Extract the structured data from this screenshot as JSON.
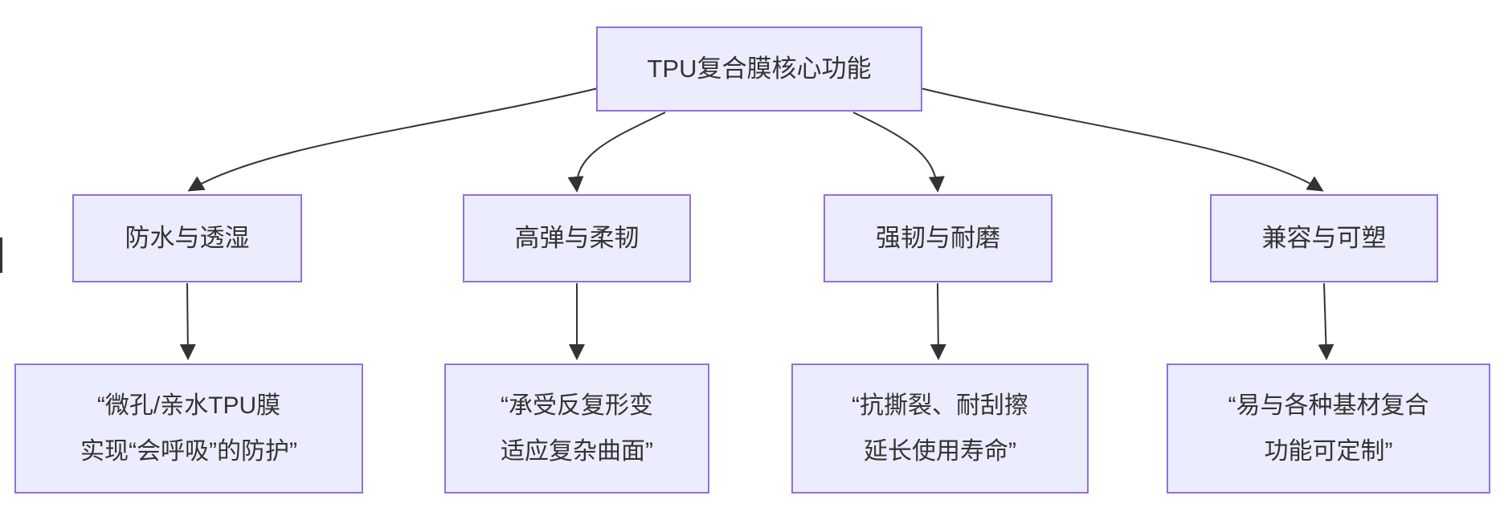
{
  "diagram": {
    "type": "flowchart-top-down",
    "root": {
      "label": "TPU复合膜核心功能"
    },
    "level2": [
      {
        "label": "防水与透湿"
      },
      {
        "label": "高弹与柔韧"
      },
      {
        "label": "强韧与耐磨"
      },
      {
        "label": "兼容与可塑"
      }
    ],
    "level3": [
      {
        "lines": [
          "“微孔/亲水TPU膜",
          "实现“会呼吸”的防护”"
        ]
      },
      {
        "lines": [
          "“承受反复形变",
          "适应复杂曲面”"
        ]
      },
      {
        "lines": [
          "“抗撕裂、耐刮擦",
          "延长使用寿命”"
        ]
      },
      {
        "lines": [
          "“易与各种基材复合",
          "功能可定制”"
        ]
      }
    ],
    "edges": [
      {
        "from": "root",
        "to": "防水与透湿"
      },
      {
        "from": "root",
        "to": "高弹与柔韧"
      },
      {
        "from": "root",
        "to": "强韧与耐磨"
      },
      {
        "from": "root",
        "to": "兼容与可塑"
      },
      {
        "from": "防水与透湿",
        "to": "“微孔/亲水TPU膜 实现“会呼吸”的防护”"
      },
      {
        "from": "高弹与柔韧",
        "to": "“承受反复形变 适应复杂曲面”"
      },
      {
        "from": "强韧与耐磨",
        "to": "“抗撕裂、耐刮擦 延长使用寿命”"
      },
      {
        "from": "兼容与可塑",
        "to": "“易与各种基材复合 功能可定制”"
      }
    ],
    "colors": {
      "node_fill": "#ECECFF",
      "node_border": "#9370DB",
      "edge": "#333333",
      "text": "#333333",
      "background": "#ffffff"
    }
  }
}
